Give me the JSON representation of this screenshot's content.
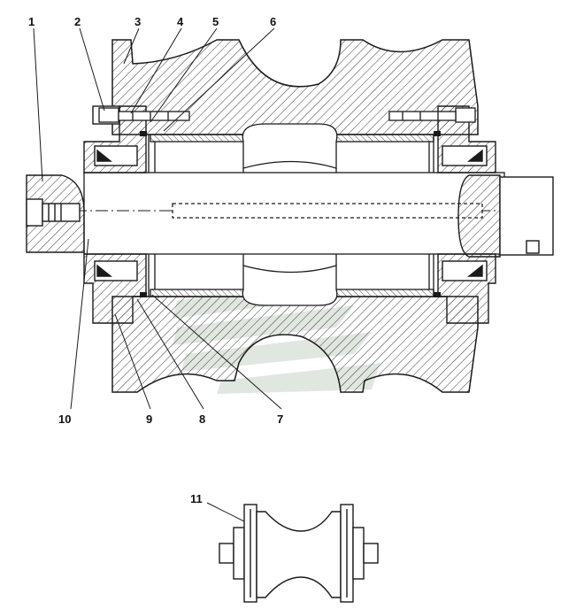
{
  "callouts": {
    "c1": "1",
    "c2": "2",
    "c3": "3",
    "c4": "4",
    "c5": "5",
    "c6": "6",
    "c7": "7",
    "c8": "8",
    "c9": "9",
    "c10": "10",
    "c11": "11"
  },
  "colors": {
    "line": "#1a1a1a",
    "hatch": "#3a3a3a",
    "watermark": "#c8d2c8",
    "background": "#ffffff"
  }
}
